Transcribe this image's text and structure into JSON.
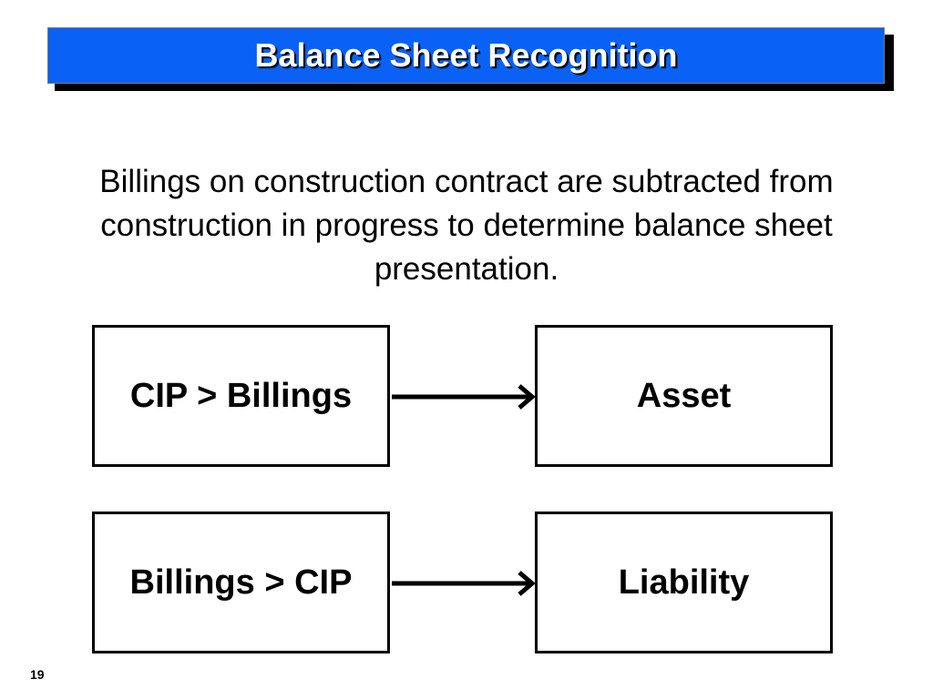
{
  "slide": {
    "title": "Balance Sheet Recognition",
    "body": "Billings on construction contract are subtracted from construction in progress to determine balance sheet presentation.",
    "page_number": "19"
  },
  "diagram": {
    "rows": [
      {
        "condition": "CIP > Billings",
        "result": "Asset"
      },
      {
        "condition": "Billings > CIP",
        "result": "Liability"
      }
    ]
  }
}
